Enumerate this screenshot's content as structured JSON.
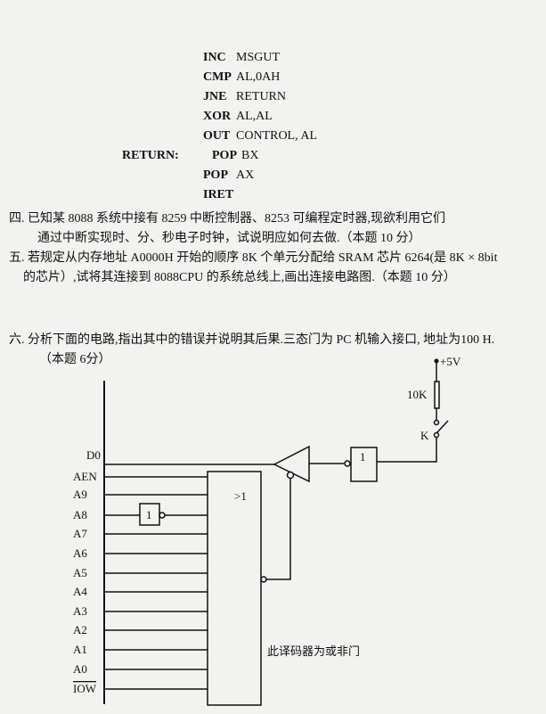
{
  "code": [
    {
      "label": "",
      "op": "INC",
      "arg": "MSGUT"
    },
    {
      "label": "",
      "op": "CMP",
      "arg": "AL,0AH"
    },
    {
      "label": "",
      "op": "JNE",
      "arg": "RETURN"
    },
    {
      "label": "",
      "op": "XOR",
      "arg": "AL,AL"
    },
    {
      "label": "",
      "op": "OUT",
      "arg": "CONTROL, AL"
    },
    {
      "label": "RETURN:",
      "op": "POP",
      "arg": "BX"
    },
    {
      "label": "",
      "op": "POP",
      "arg": "AX"
    },
    {
      "label": "",
      "op": "IRET",
      "arg": ""
    }
  ],
  "questions": {
    "q4_line1": "四. 已知某 8088 系统中接有 8259 中断控制器、8253 可编程定时器,现欲利用它们",
    "q4_line2": "通过中断实现时、分、秒电子时钟，试说明应如何去做.（本题 10 分）",
    "q5_line1": "五. 若规定从内存地址 A0000H 开始的顺序 8K 个单元分配给 SRAM 芯片 6264(是 8K × 8bit",
    "q5_line2": "的芯片）,试将其连接到 8088CPU 的系统总线上,画出连接电路图.（本题 10 分）",
    "q6_line1": "六. 分析下面的电路,指出其中的错误并说明其后果.三态门为 PC 机输入接口, 地址为100 H.",
    "q6_line2": "（本题 6分）"
  },
  "circuit": {
    "signals": [
      "D0",
      "AEN",
      "A9",
      "A8",
      "A7",
      "A6",
      "A5",
      "A4",
      "A3",
      "A2",
      "A1",
      "A0",
      "IOW"
    ],
    "or_gate": ">1",
    "inverter": "1",
    "inverter2": "1",
    "vcc": "+5V",
    "resistor": "10K",
    "switch": "K",
    "decoder_note": "此译码器为或非门"
  }
}
